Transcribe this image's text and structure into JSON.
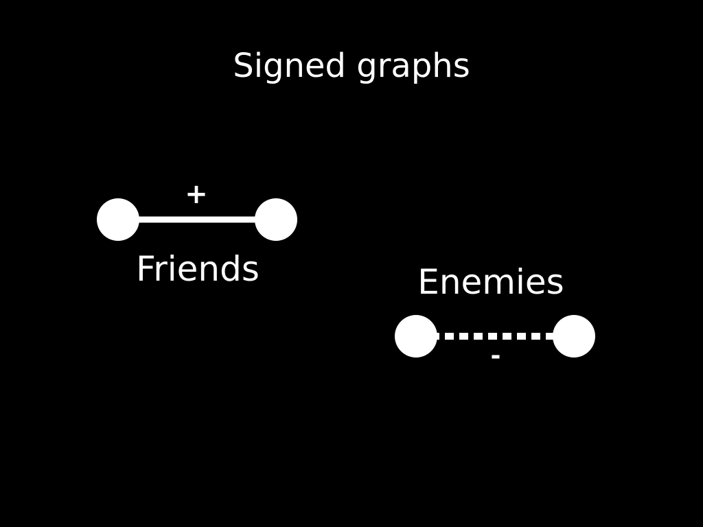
{
  "slide": {
    "title": "Signed graphs"
  },
  "positive_edge": {
    "label": "Friends",
    "sign": "+",
    "style": "solid"
  },
  "negative_edge": {
    "label": "Enemies",
    "sign": "-",
    "style": "dashed"
  },
  "colors": {
    "background": "#000000",
    "foreground": "#ffffff"
  }
}
